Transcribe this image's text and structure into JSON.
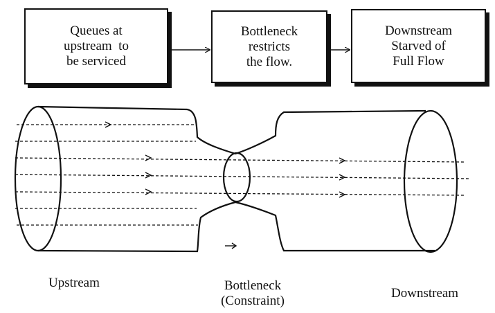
{
  "flow": {
    "boxes": [
      {
        "lines": [
          "Queues at",
          "upstream  to",
          "be serviced"
        ]
      },
      {
        "lines": [
          "Bottleneck",
          "restricts",
          "the flow."
        ]
      },
      {
        "lines": [
          "Downstream",
          "Starved of",
          "Full Flow"
        ]
      }
    ]
  },
  "labels": {
    "upstream": "Upstream",
    "bottleneck": [
      "Bottleneck",
      "(Constraint)"
    ],
    "downstream": "Downstream"
  },
  "colors": {
    "line": "#111111",
    "background": "#ffffff"
  }
}
